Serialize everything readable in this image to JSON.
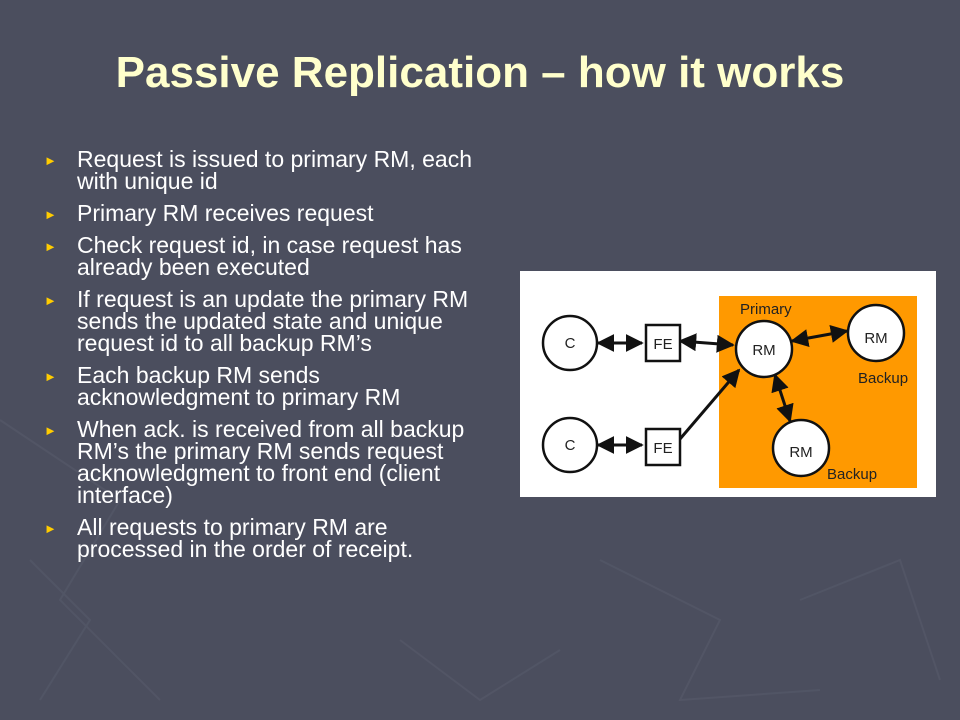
{
  "slide": {
    "title": "Passive Replication – how it works",
    "bullets": [
      "Request is issued to primary RM, each with unique id",
      "Primary RM receives request",
      "Check request id, in case request has already been executed",
      "If request is an update the primary RM sends the updated state and unique request id to all backup RM’s",
      "Each backup RM sends acknowledgment to primary RM",
      "When ack. is received from all backup RM’s the primary RM sends request acknowledgment to front end (client interface)",
      "All requests to primary RM are processed in the order of receipt."
    ],
    "bullet_icon": "triangle-right-icon"
  },
  "diagram": {
    "client_top": "C",
    "client_bottom": "C",
    "fe_top": "FE",
    "fe_bottom": "FE",
    "primary_label": "Primary",
    "primary_rm": "RM",
    "backup_rm_top": "RM",
    "backup_label_top": "Backup",
    "backup_rm_bottom": "RM",
    "backup_label_bottom": "Backup"
  },
  "colors": {
    "background": "#4b4e5e",
    "title": "#ffffcc",
    "bullet_text": "#ffffff",
    "bullet_marker": "#ffcc00",
    "replica_area": "#ff9900"
  }
}
